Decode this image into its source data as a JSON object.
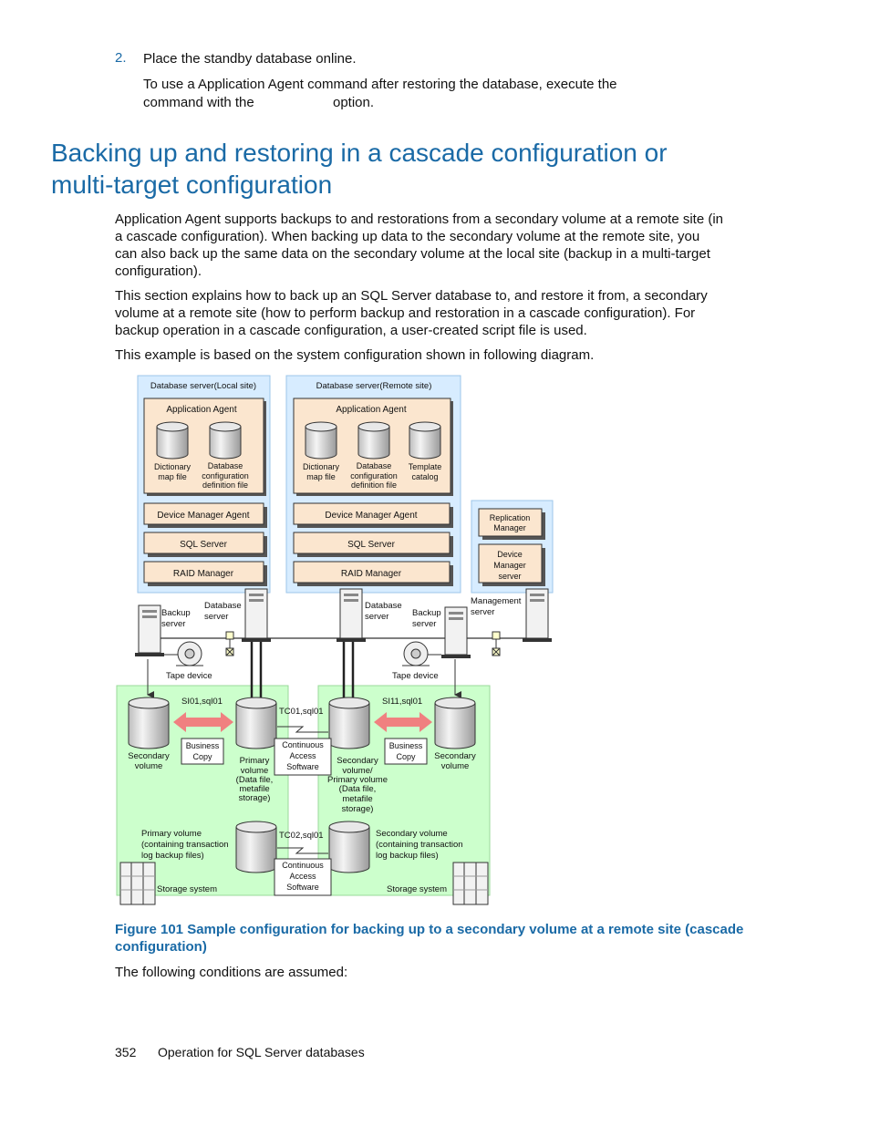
{
  "step": {
    "number": "2.",
    "title": "Place the standby database online.",
    "body_line1": "To use a Application Agent command after restoring the database, execute the",
    "body_line2_a": "command with the",
    "body_line2_b": "option."
  },
  "section": {
    "title_line1": "Backing up and restoring in a cascade configuration or",
    "title_line2": "multi-target configuration",
    "para1": [
      "Application Agent supports backups to and restorations from a secondary volume at a remote site (in",
      "a cascade configuration). When backing up data to the secondary volume at the remote site, you",
      "can also back up the same data on the secondary volume at the local site (backup in a multi-target",
      "configuration)."
    ],
    "para2": [
      "This section explains how to back up an SQL Server database to, and restore it from, a secondary",
      "volume at a remote site (how to perform backup and restoration in a cascade configuration). For",
      "backup operation in a cascade configuration, a user-created script file is used."
    ],
    "para3": "This example is based on the system configuration shown in following diagram."
  },
  "diagram": {
    "local_site": {
      "label": "Database server(Local site)",
      "app_agent": "Application Agent",
      "db1": [
        "Dictionary",
        "map file"
      ],
      "db2": [
        "Database",
        "configuration",
        "definition file"
      ],
      "device_agent": "Device Manager Agent",
      "sql": "SQL Server",
      "raid": "RAID Manager"
    },
    "remote_site": {
      "label": "Database server(Remote site)",
      "app_agent": "Application Agent",
      "db1": [
        "Dictionary",
        "map file"
      ],
      "db2": [
        "Database",
        "configuration",
        "definition file"
      ],
      "db3": [
        "Template",
        "catalog"
      ],
      "device_agent": "Device Manager Agent",
      "sql": "SQL Server",
      "raid": "RAID Manager"
    },
    "mgmt": {
      "replication": [
        "Replication",
        "Manager"
      ],
      "device": [
        "Device",
        "Manager",
        "server"
      ]
    },
    "servers": {
      "backup_left": [
        "Backup",
        "server"
      ],
      "db_left": [
        "Database",
        "server"
      ],
      "db_right": [
        "Database",
        "server"
      ],
      "backup_right": [
        "Backup",
        "server"
      ],
      "management": [
        "Management",
        "server"
      ]
    },
    "tape_left": "Tape device",
    "tape_right": "Tape device",
    "si_left": "SI01,sql01",
    "si_right": "SI11,sql01",
    "tc1": "TC01,sql01",
    "tc2": "TC02,sql01",
    "bc_left": [
      "Business",
      "Copy"
    ],
    "bc_right": [
      "Business",
      "Copy"
    ],
    "ca1": [
      "Continuous",
      "Access",
      "Software"
    ],
    "ca2": [
      "Continuous",
      "Access",
      "Software"
    ],
    "vol_sec_left": [
      "Secondary",
      "volume"
    ],
    "vol_primary": [
      "Primary",
      "volume",
      "(Data file,",
      "metafile",
      "storage)"
    ],
    "vol_sec_primary": [
      "Secondary",
      "volume/",
      "Primary volume",
      "(Data file,",
      "metafile",
      "storage)"
    ],
    "vol_sec_right": [
      "Secondary",
      "volume"
    ],
    "primary_log": [
      "Primary volume",
      "(containing transaction",
      "log backup files)"
    ],
    "secondary_log": [
      "Secondary volume",
      "(containing transaction",
      "log backup files)"
    ],
    "storage_left": "Storage system",
    "storage_right": "Storage system"
  },
  "figure_caption_line1": "Figure 101 Sample configuration for backing up to a secondary volume at a remote site (cascade",
  "figure_caption_line2": "configuration)",
  "conditions": "The following conditions are assumed:",
  "footer": {
    "page": "352",
    "chapter": "Operation for SQL Server databases"
  }
}
